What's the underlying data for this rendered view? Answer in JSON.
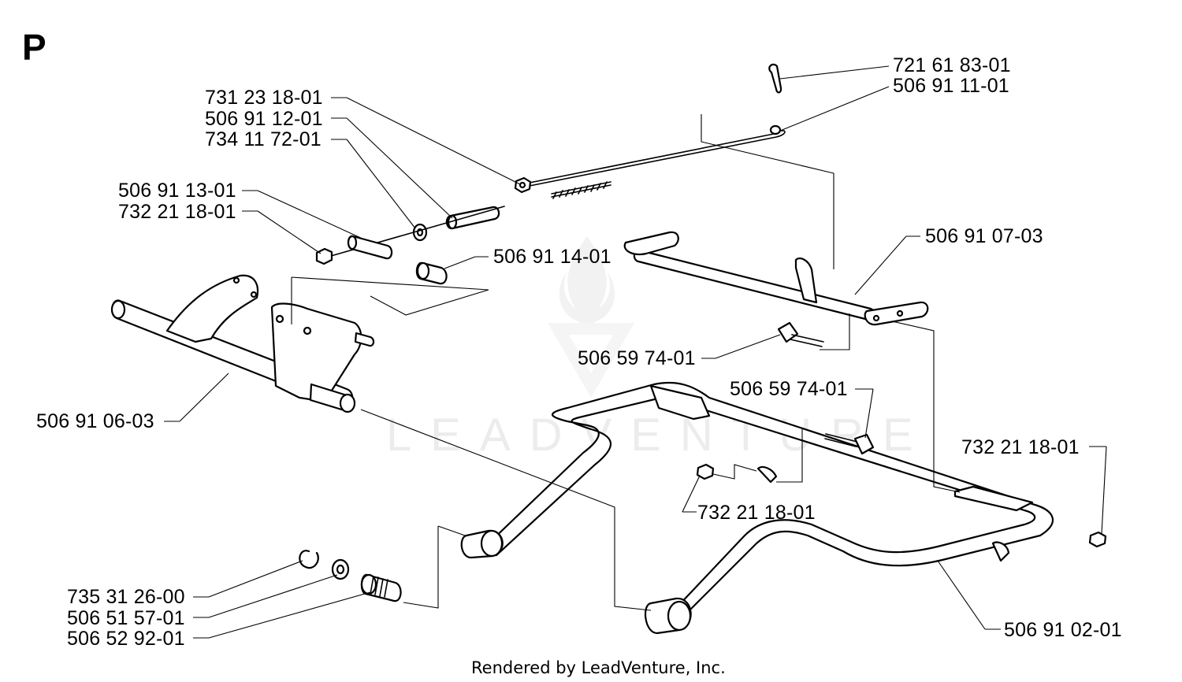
{
  "page_title": "P",
  "footer": "Rendered by LeadVenture, Inc.",
  "watermark": "LEADVENTURE",
  "parts": [
    {
      "id": "p1",
      "number": "721 61 83-01"
    },
    {
      "id": "p2",
      "number": "506 91 11-01"
    },
    {
      "id": "p3",
      "number": "731 23 18-01"
    },
    {
      "id": "p4",
      "number": "506 91 12-01"
    },
    {
      "id": "p5",
      "number": "734 11 72-01"
    },
    {
      "id": "p6",
      "number": "506 91 13-01"
    },
    {
      "id": "p7",
      "number": "732 21 18-01"
    },
    {
      "id": "p8",
      "number": "506 91 14-01"
    },
    {
      "id": "p9",
      "number": "506 91 07-03"
    },
    {
      "id": "p10",
      "number": "506 59 74-01"
    },
    {
      "id": "p11",
      "number": "506 59 74-01"
    },
    {
      "id": "p12",
      "number": "506 91 06-03"
    },
    {
      "id": "p13",
      "number": "732 21 18-01"
    },
    {
      "id": "p14",
      "number": "732 21 18-01"
    },
    {
      "id": "p15",
      "number": "735 31 26-00"
    },
    {
      "id": "p16",
      "number": "506 51 57-01"
    },
    {
      "id": "p17",
      "number": "506 52 92-01"
    },
    {
      "id": "p18",
      "number": "506 91 02-01"
    }
  ]
}
